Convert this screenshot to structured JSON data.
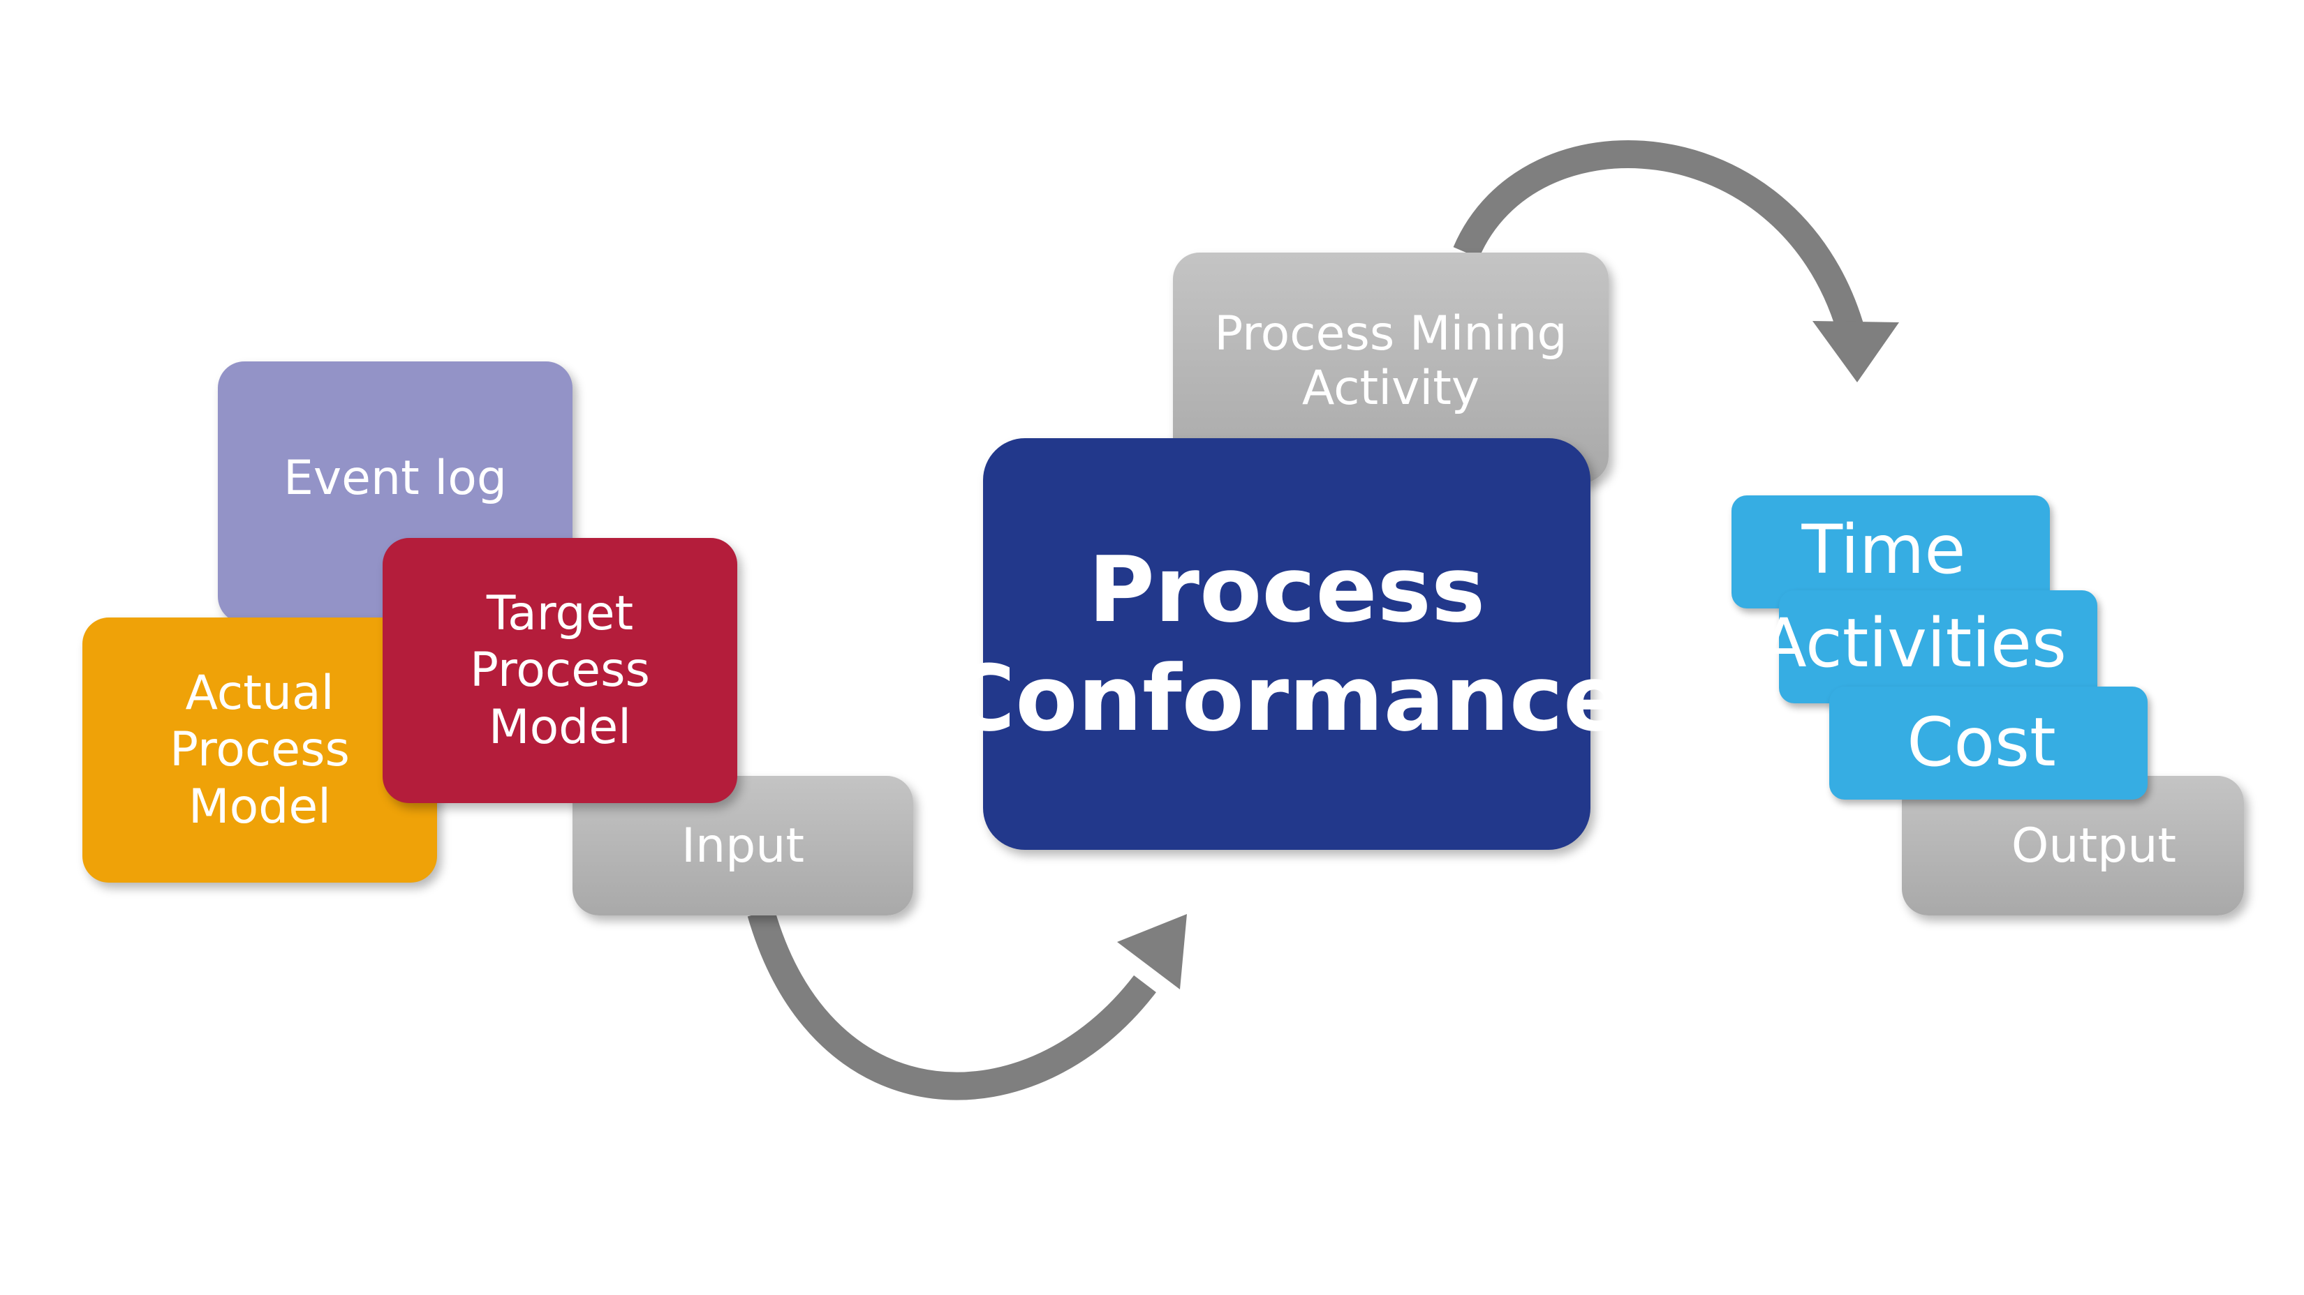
{
  "input": {
    "event_log": "Event log",
    "actual_process_model": "Actual\nProcess\nModel",
    "target_process_model": "Target\nProcess\nModel",
    "label": "Input"
  },
  "center": {
    "activity_label": "Process Mining\nActivity",
    "title": "Process\nConformance"
  },
  "output": {
    "items": [
      "Time",
      "Activities",
      "Cost"
    ],
    "label": "Output"
  },
  "colors": {
    "event_log": "#9393c7",
    "actual_process_model": "#efa208",
    "target_process_model": "#b41d3b",
    "conformance": "#22388b",
    "output_item": "#36ade3",
    "gray_label": "#b2b2b2",
    "arrow": "#808080"
  }
}
